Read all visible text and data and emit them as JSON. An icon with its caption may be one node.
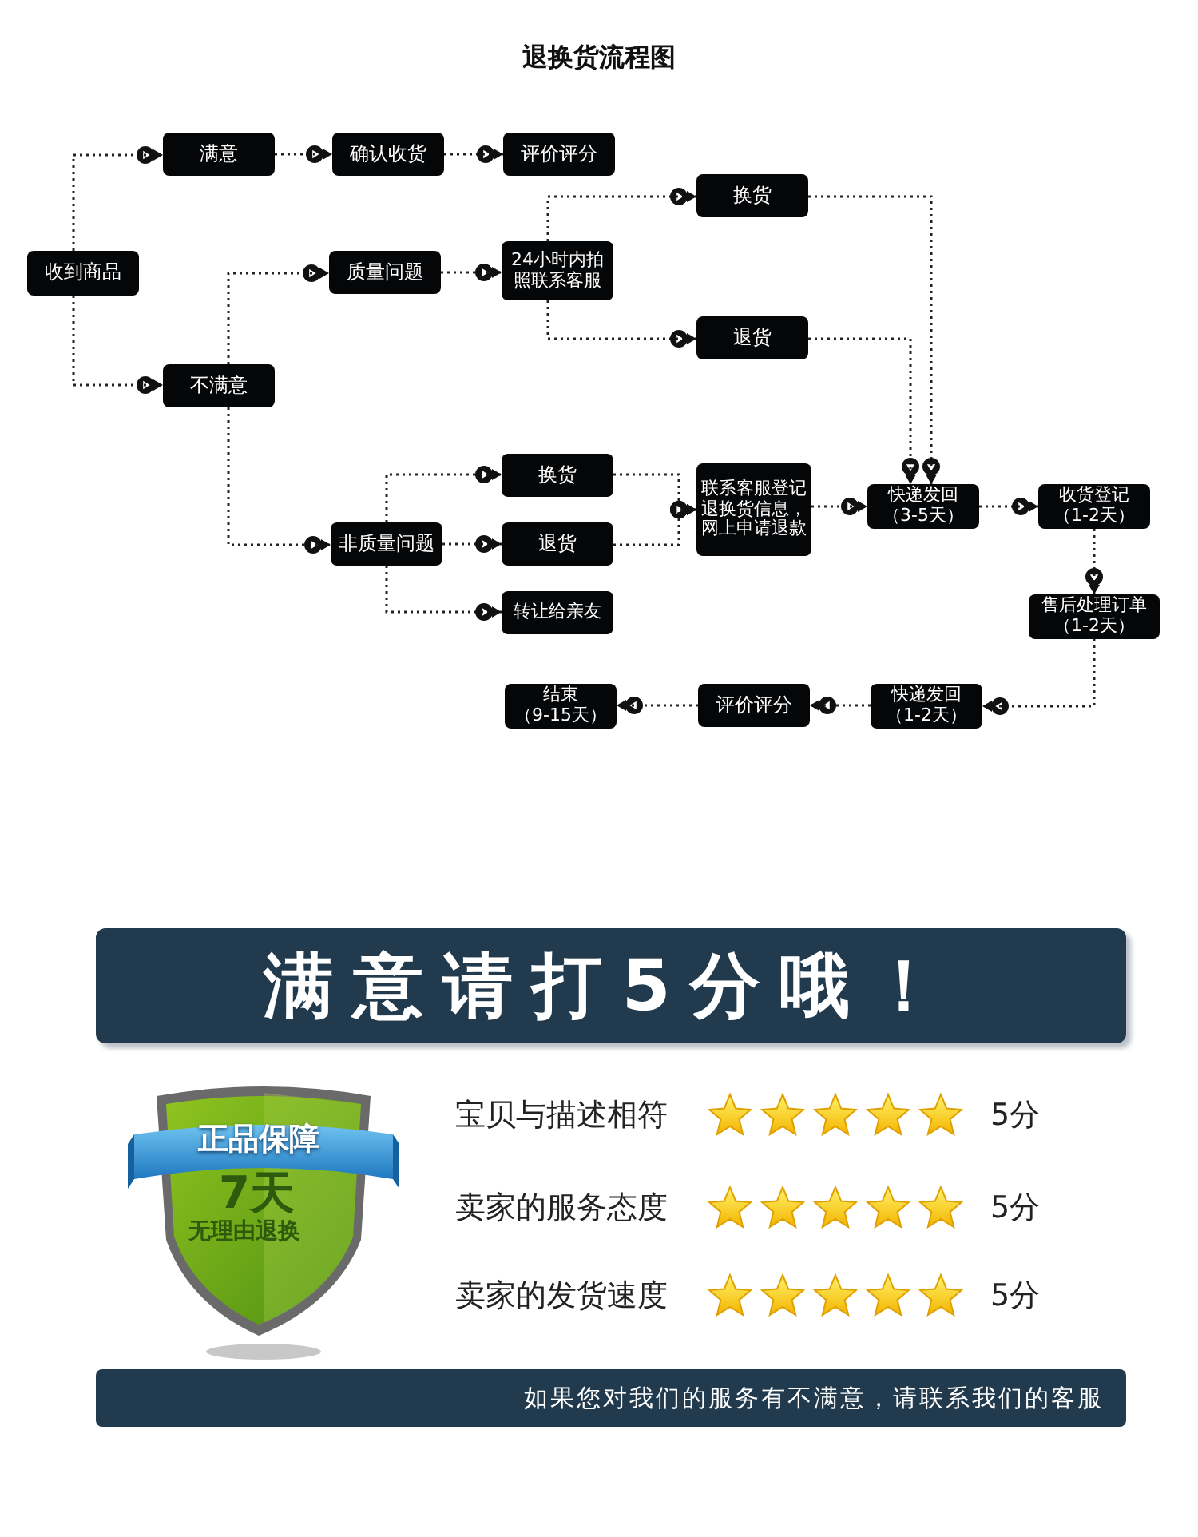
{
  "diagram": {
    "title": "退换货流程图",
    "nodes": [
      {
        "text": [
          "收到商品"
        ]
      },
      {
        "text": [
          "满意"
        ]
      },
      {
        "text": [
          "确认收货"
        ]
      },
      {
        "text": [
          "评价评分"
        ]
      },
      {
        "text": [
          "质量问题"
        ]
      },
      {
        "text": [
          "24小时内拍照联系客服"
        ]
      },
      {
        "text": [
          "换货"
        ]
      },
      {
        "text": [
          "退货"
        ]
      },
      {
        "text": [
          "不满意"
        ]
      },
      {
        "text": [
          "非质量问题"
        ]
      },
      {
        "text": [
          "换货"
        ]
      },
      {
        "text": [
          "退货"
        ]
      },
      {
        "text": [
          "转让给亲友"
        ]
      },
      {
        "text": [
          "联系客服登记退换货信息，网上申请退款"
        ]
      },
      {
        "text": [
          "快递发回",
          "（3-5天）"
        ]
      },
      {
        "text": [
          "收货登记",
          "（1-2天）"
        ]
      },
      {
        "text": [
          "售后处理订单",
          "（1-2天）"
        ]
      },
      {
        "text": [
          "快递发回",
          "（1-2天）"
        ]
      },
      {
        "text": [
          "评价评分"
        ]
      },
      {
        "text": [
          "结束",
          "（9-15天）"
        ]
      }
    ],
    "edges": [
      {
        "from": 0,
        "to": 1,
        "arrow": "to"
      },
      {
        "from": 0,
        "to": 8,
        "arrow": "to"
      },
      {
        "from": 1,
        "to": 2,
        "arrow": "to"
      },
      {
        "from": 2,
        "to": 3,
        "arrow": "to"
      },
      {
        "from": 8,
        "to": 4,
        "arrow": "to"
      },
      {
        "from": 4,
        "to": 5,
        "arrow": "to"
      },
      {
        "from": 5,
        "to": 6,
        "arrow": "to"
      },
      {
        "from": 5,
        "to": 7,
        "arrow": "to"
      },
      {
        "from": 6,
        "to": 14,
        "arrow": "to"
      },
      {
        "from": 7,
        "to": 14,
        "arrow": "to"
      },
      {
        "from": 8,
        "to": 9,
        "arrow": "to"
      },
      {
        "from": 9,
        "to": 10,
        "arrow": "to"
      },
      {
        "from": 9,
        "to": 11,
        "arrow": "to"
      },
      {
        "from": 9,
        "to": 12,
        "arrow": "to"
      },
      {
        "from": 10,
        "to": 13,
        "arrow": "to"
      },
      {
        "from": 11,
        "to": 13,
        "arrow": "to"
      },
      {
        "from": 13,
        "to": 14,
        "arrow": "to"
      },
      {
        "from": 14,
        "to": 15,
        "arrow": "to"
      },
      {
        "from": 15,
        "to": 16,
        "arrow": "to"
      },
      {
        "from": 16,
        "to": 17,
        "arrow": "to"
      },
      {
        "from": 17,
        "to": 18,
        "arrow": "to"
      },
      {
        "from": 18,
        "to": 19,
        "arrow": "to"
      }
    ],
    "labels": [
      "满意请打5分哦！",
      "正品保障",
      "7天",
      "无理由退换",
      "宝贝与描述相符",
      "5分",
      "卖家的服务态度",
      "5分",
      "卖家的发货速度",
      "5分",
      "如果您对我们的服务有不满意，请联系我们的客服"
    ]
  }
}
